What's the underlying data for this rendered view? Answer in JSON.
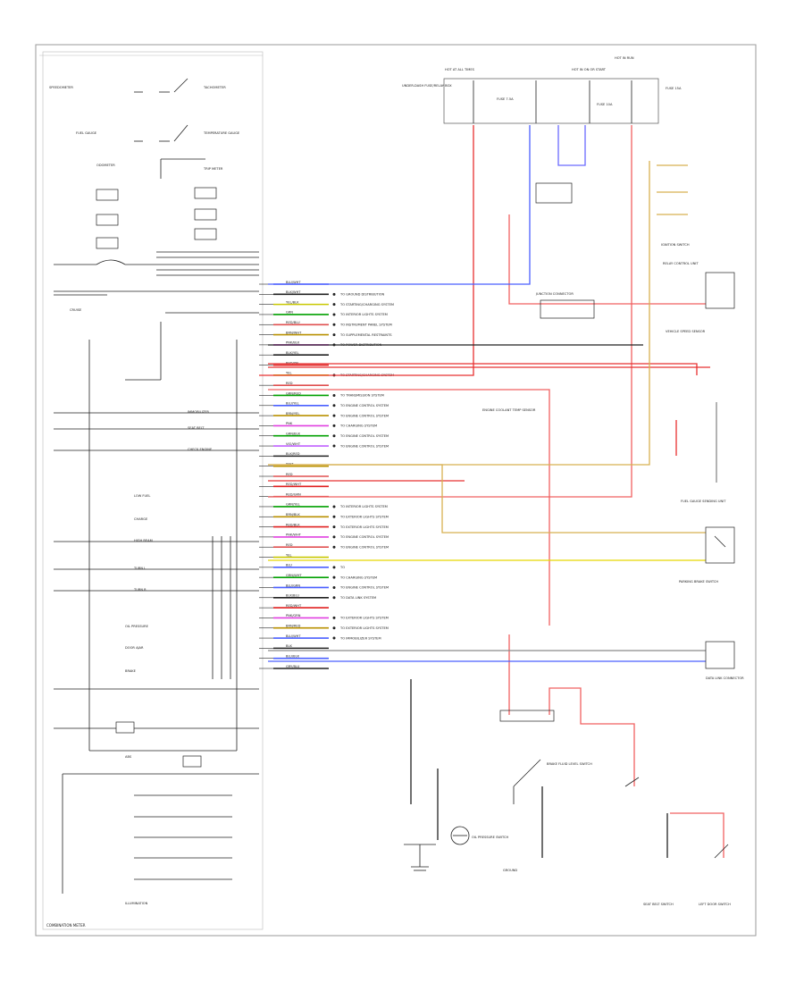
{
  "diagram": {
    "cluster_label": "COMBINATION METER",
    "cluster_sublabel": "",
    "left_indicators": [
      {
        "label": "SPEEDOMETER"
      },
      {
        "label": "TACHOMETER"
      },
      {
        "label": "FUEL GAUGE"
      },
      {
        "label": "TEMPERATURE GAUGE"
      },
      {
        "label": "ODOMETER"
      },
      {
        "label": "TRIP METER"
      },
      {
        "label": "CRUISE"
      },
      {
        "label": "IMMOBILIZER"
      },
      {
        "label": "SEAT BELT"
      },
      {
        "label": "CHECK ENGINE"
      },
      {
        "label": "LOW FUEL"
      },
      {
        "label": "CHARGE"
      },
      {
        "label": "HIGH BEAM"
      },
      {
        "label": "TURN L"
      },
      {
        "label": "TURN R"
      },
      {
        "label": "OIL PRESSURE"
      },
      {
        "label": "ILLUMINATION"
      },
      {
        "label": "DOOR AJAR"
      },
      {
        "label": "BRAKE"
      },
      {
        "label": "ABS"
      }
    ],
    "connector_rows": [
      {
        "color": "#4a5fff",
        "text": "BLU/WHT"
      },
      {
        "color": "#222222",
        "text": "BLK/WHT",
        "desc": "TO GROUND DISTRIBUTION"
      },
      {
        "color": "#c8c800",
        "text": "YEL/BLK",
        "desc": "TO STARTING/CHARGING SYSTEM"
      },
      {
        "color": "#00a000",
        "text": "GRN",
        "desc": "TO INTERIOR LIGHTS SYSTEM"
      },
      {
        "color": "#e05050",
        "text": "RED/BLU",
        "desc": "TO INSTRUMENT PANEL SYSTEM"
      },
      {
        "color": "#b89000",
        "text": "BRN/WHT",
        "desc": "TO SUPPLEMENTAL RESTRAINTS"
      },
      {
        "color": "#e040e0",
        "text": "PNK/BLK",
        "desc": "TO POWER DISTRIBUTION"
      },
      {
        "color": "#222222",
        "text": "BLK/YEL"
      },
      {
        "color": "#e02020",
        "text": "RED/YEL"
      },
      {
        "color": "#c8c800",
        "text": "YEL",
        "desc": "TO STARTING/CHARGING SYSTEM"
      },
      {
        "color": "#e05050",
        "text": "RED"
      },
      {
        "color": "#00a000",
        "text": "GRN/RED",
        "desc": "TO TRANSMISSION SYSTEM"
      },
      {
        "color": "#4a5fff",
        "text": "BLU/YEL",
        "desc": "TO ENGINE CONTROL SYSTEM"
      },
      {
        "color": "#b89000",
        "text": "BRN/YEL",
        "desc": "TO ENGINE CONTROL SYSTEM"
      },
      {
        "color": "#e040e0",
        "text": "PNK",
        "desc": "TO CHARGING SYSTEM"
      },
      {
        "color": "#00a000",
        "text": "GRN/BLK",
        "desc": "TO ENGINE CONTROL SYSTEM"
      },
      {
        "color": "#c060ff",
        "text": "VIO/WHT",
        "desc": "TO ENGINE CONTROL SYSTEM"
      },
      {
        "color": "#222222",
        "text": "BLK/RED"
      },
      {
        "color": "#b89000",
        "text": "WHT"
      },
      {
        "color": "#e05050",
        "text": "RED"
      },
      {
        "color": "#e02020",
        "text": "RED/WHT"
      },
      {
        "color": "#e05050",
        "text": "RED/GRN"
      },
      {
        "color": "#00a000",
        "text": "GRN/YEL",
        "desc": "TO INTERIOR LIGHTS SYSTEM"
      },
      {
        "color": "#b89000",
        "text": "BRN/BLK",
        "desc": "TO EXTERIOR LIGHTS SYSTEM"
      },
      {
        "color": "#e02020",
        "text": "RED/BLK",
        "desc": "TO EXTERIOR LIGHTS SYSTEM"
      },
      {
        "color": "#e040e0",
        "text": "PNK/WHT",
        "desc": "TO ENGINE CONTROL SYSTEM"
      },
      {
        "color": "#e05050",
        "text": "RED",
        "desc": "TO ENGINE CONTROL SYSTEM"
      },
      {
        "color": "#c8c800",
        "text": "YEL"
      },
      {
        "color": "#4a5fff",
        "text": "BLU",
        "desc": "TO"
      },
      {
        "color": "#00a000",
        "text": "GRN/WHT",
        "desc": "TO CHARGING SYSTEM"
      },
      {
        "color": "#4a5fff",
        "text": "BLU/GRN",
        "desc": "TO ENGINE CONTROL SYSTEM"
      },
      {
        "color": "#222222",
        "text": "BLK/BLU",
        "desc": "TO DATA LINK SYSTEM"
      },
      {
        "color": "#e02020",
        "text": "RED/WHT"
      },
      {
        "color": "#e040e0",
        "text": "PNK/GRN",
        "desc": "TO EXTERIOR LIGHTS SYSTEM"
      },
      {
        "color": "#b89000",
        "text": "BRN/RED",
        "desc": "TO EXTERIOR LIGHTS SYSTEM"
      },
      {
        "color": "#4a5fff",
        "text": "BLU/WHT",
        "desc": "TO IMMOBILIZER SYSTEM"
      },
      {
        "color": "#222222",
        "text": "BLK"
      },
      {
        "color": "#4a5fff",
        "text": "BLU/BLK"
      },
      {
        "color": "#222222",
        "text": "GRY/BLU"
      }
    ],
    "top_fuses": [
      {
        "label": "HOT AT ALL TIMES"
      },
      {
        "label": "HOT IN ON OR START"
      },
      {
        "label": "HOT IN RUN"
      }
    ],
    "fuse_boxes": [
      {
        "label": "UNDER-DASH FUSE/RELAY BOX"
      },
      {
        "label": "FUSE 7.5A"
      },
      {
        "label": "FUSE 10A"
      },
      {
        "label": "FUSE 15A"
      }
    ],
    "right_components": [
      {
        "label": "IGNITION SWITCH"
      },
      {
        "label": "RELAY CONTROL UNIT"
      },
      {
        "label": "JUNCTION CONNECTOR"
      },
      {
        "label": "VEHICLE SPEED SENSOR"
      },
      {
        "label": "ENGINE COOLANT TEMP SENSOR"
      },
      {
        "label": "FUEL GAUGE SENDING UNIT"
      },
      {
        "label": "PARKING BRAKE SWITCH"
      },
      {
        "label": "BRAKE FLUID LEVEL SWITCH"
      },
      {
        "label": "OIL PRESSURE SWITCH"
      },
      {
        "label": "SEAT BELT SWITCH"
      },
      {
        "label": "DATA LINK CONNECTOR"
      },
      {
        "label": "LEFT DOOR SWITCH"
      },
      {
        "label": "GROUND"
      }
    ],
    "wire_colors": {
      "red": "#e83030",
      "pink": "#f06060",
      "blue": "#4a5fff",
      "yellow": "#e8d800",
      "tan": "#d8b050",
      "black": "#222222",
      "gray": "#8a8a8a"
    }
  }
}
